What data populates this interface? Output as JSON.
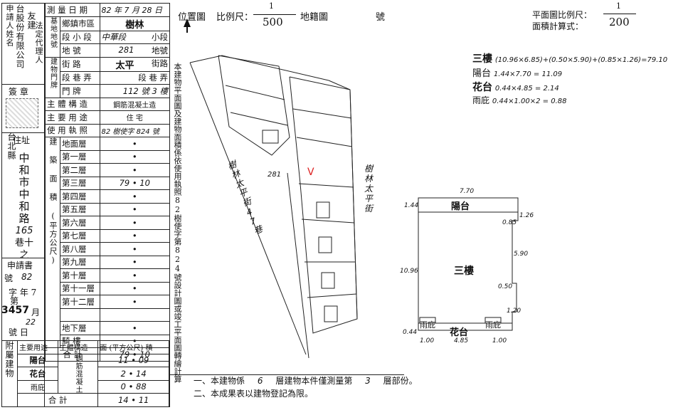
{
  "left_column": {
    "applicant_label": "申請人姓名",
    "company_name": "台股份有限公司",
    "company_role": "友建",
    "legal_rep_label": "法定代理人",
    "sign_label": "簽 章",
    "address_label": "住址",
    "address_city": "台北縣",
    "address_lines": [
      "中",
      "和",
      "市",
      "中",
      "和",
      "路"
    ],
    "address_no": "165",
    "address_lane": "巷十",
    "address_suffix": "之",
    "application_label": "申請書",
    "application_year_prefix": "號",
    "application_year": "82",
    "application_month_label": "字 年 7",
    "application_word": "第",
    "application_number": "3457",
    "application_month": "月",
    "application_day": "22",
    "application_day_label": "號 日"
  },
  "form": {
    "survey_date_label": "測 量 日 期",
    "survey_date_value": "82 年 7 月 28 日",
    "township_label": "鄉鎮市區",
    "township_value": "樹林",
    "section_label": "段 小 段",
    "section_value": "中華段",
    "section_suffix": "小段",
    "lot_label": "地 號",
    "lot_value": "281",
    "lot_suffix": "地號",
    "base_lot_label": "基地地號",
    "street_label": "街 路",
    "street_value": "太平",
    "street_suffix": "街路",
    "lane_label": "段 巷 弄",
    "lane_value": "段 巷 弄",
    "door_label": "門 牌",
    "door_value": "112 號 3 樓",
    "building_door_label": "建物門牌",
    "structure_label": "主 體 構 造",
    "structure_value": "鋼筋混凝土造",
    "use_label": "主 要 用 途",
    "use_value": "住 宅",
    "license_label": "使 用 執 照",
    "license_value": "82 樹使字 824 號",
    "area_group_label": "建 築 面 積 (平方公尺)",
    "floors": [
      {
        "name": "地面層",
        "value": "•"
      },
      {
        "name": "第一層",
        "value": "•"
      },
      {
        "name": "第二層",
        "value": "•"
      },
      {
        "name": "第三層",
        "value": "79 • 10"
      },
      {
        "name": "第四層",
        "value": "•"
      },
      {
        "name": "第五層",
        "value": "•"
      },
      {
        "name": "第六層",
        "value": "•"
      },
      {
        "name": "第七層",
        "value": "•"
      },
      {
        "name": "第八層",
        "value": "•"
      },
      {
        "name": "第九層",
        "value": "•"
      },
      {
        "name": "第十層",
        "value": "•"
      },
      {
        "name": "第十一層",
        "value": "•"
      },
      {
        "name": "第十二層",
        "value": "•"
      },
      {
        "name": "",
        "value": ""
      },
      {
        "name": "地下層",
        "value": "•"
      },
      {
        "name": "騎 樓",
        "value": "•"
      }
    ],
    "total_label": "合 計",
    "total_value": "79 • 10"
  },
  "annex": {
    "title": "附屬建物",
    "col_use": "主要用途",
    "col_structure": "主體構造",
    "col_area": "面 (平方公尺) 積",
    "structure_value": "鋼筋混凝土造",
    "rows": [
      {
        "use": "陽台",
        "area": "11 • 09"
      },
      {
        "use": "花台",
        "area": "2 • 14"
      },
      {
        "use": "雨庇",
        "area": "0 • 88"
      }
    ],
    "total_label": "合 計",
    "total_value": "14 • 11"
  },
  "location_map": {
    "title": "位置圖",
    "scale_label": "比例尺：",
    "scale_num": "1",
    "scale_den": "500",
    "cadastral_label": "地籍圖",
    "number_label": "號",
    "street_left": "樹林太平街47巷",
    "street_right": "樹林太平街",
    "lot_number": "281",
    "marker": "V"
  },
  "vertical_note": "本建物平面圖及建物面積係依使用執照82樹使字第824號設計圖或竣工平面圖轉繪計算",
  "plan": {
    "scale_label": "平面圖比例尺：",
    "scale_num": "1",
    "scale_den": "200",
    "formula_label": "面積計算式：",
    "calcs": [
      {
        "name": "三樓",
        "formula": "(10.96×6.85)+(0.50×5.90)+(0.85×1.26)=79.10"
      },
      {
        "name": "陽台",
        "formula": "1.44×7.70 = 11.09"
      },
      {
        "name": "花台",
        "formula": "0.44×4.85 = 2.14"
      },
      {
        "name": "雨庇",
        "formula": "0.44×1.00×2 = 0.88"
      }
    ],
    "room_main": "三樓",
    "room_balcony": "陽台",
    "room_planter": "花台",
    "room_canopy_left": "雨庇",
    "room_canopy_right": "雨庇",
    "dim_top": "7.70",
    "dim_left_top": "1.44",
    "dim_right_top": "1.26",
    "dim_right_a": "0.85",
    "dim_right_b": "5.90",
    "dim_right_c": "0.50",
    "dim_right_d": "1.20",
    "dim_left": "10.96",
    "dim_bottom_left": "0.44",
    "dim_b1": "1.00",
    "dim_b2": "4.85",
    "dim_b3": "1.00"
  },
  "footnotes": {
    "note1_prefix": "一、本建物係",
    "note1_floors": "6",
    "note1_mid": "層建物本件僅測量第",
    "note1_floor": "3",
    "note1_suffix": "層部份。",
    "note2": "二、本成果表以建物登記為限。"
  }
}
